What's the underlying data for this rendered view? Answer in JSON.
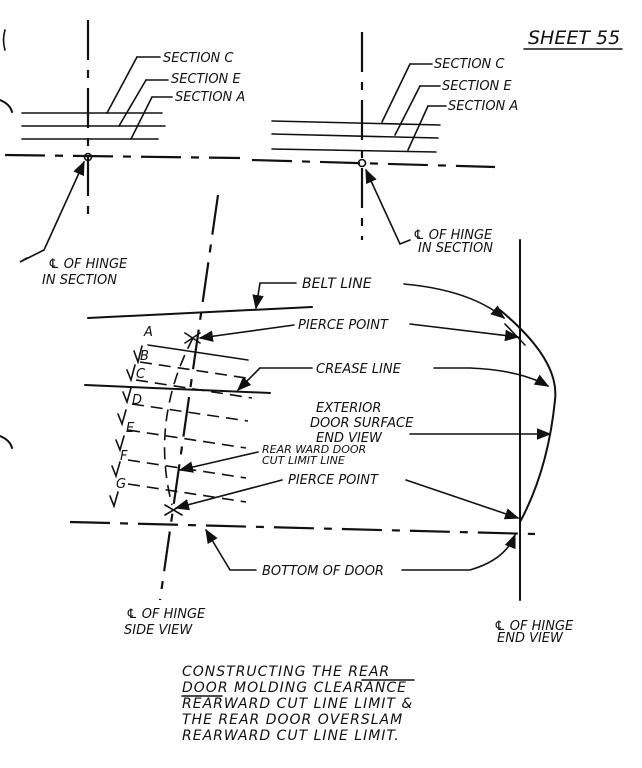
{
  "sheet": "SHEET 55",
  "top_left": {
    "sections": [
      "SECTION C",
      "SECTION E",
      "SECTION A"
    ],
    "hinge_label": [
      "℄ OF HINGE",
      "IN SECTION"
    ]
  },
  "top_right": {
    "sections": [
      "SECTION C",
      "SECTION E",
      "SECTION A"
    ],
    "hinge_label": [
      "℄ OF HINGE",
      "IN SECTION"
    ]
  },
  "main": {
    "belt_line": "BELT LINE",
    "pierce_point_top": "PIERCE POINT",
    "crease_line": "CREASE LINE",
    "exterior_surface": [
      "EXTERIOR",
      "DOOR SURFACE",
      "END VIEW"
    ],
    "rearward_limit": [
      "REAR WARD DOOR",
      "CUT LIMIT LINE"
    ],
    "pierce_point_bottom": "PIERCE POINT",
    "bottom_of_door": "BOTTOM OF DOOR",
    "section_letters": [
      "A",
      "B",
      "C",
      "D",
      "E",
      "F",
      "G"
    ],
    "side_view_label": [
      "℄ OF HINGE",
      "SIDE VIEW"
    ],
    "end_view_label": [
      "℄ OF HINGE",
      "END VIEW"
    ]
  },
  "caption": [
    "CONSTRUCTING THE REAR",
    "DOOR MOLDING CLEARANCE",
    "REARWARD CUT LINE LIMIT &",
    "THE REAR DOOR OVERSLAM",
    "REARWARD CUT LINE LIMIT."
  ]
}
